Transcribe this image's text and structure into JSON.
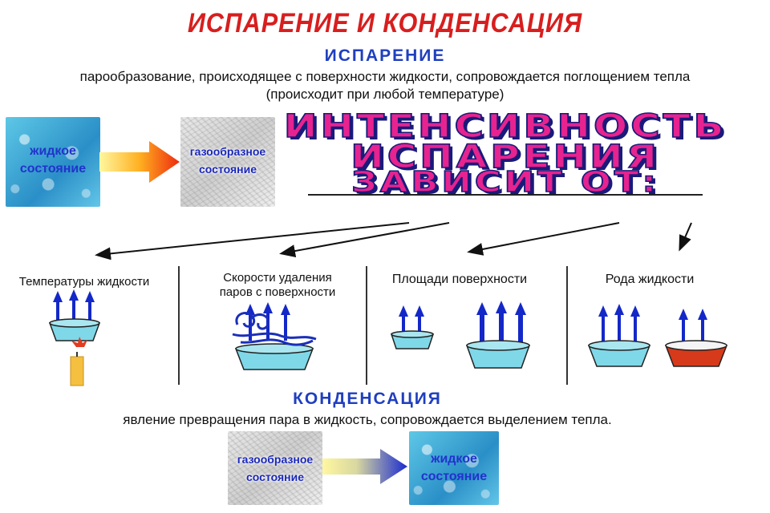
{
  "title": "ИСПАРЕНИЕ И КОНДЕНСАЦИЯ",
  "evaporation": {
    "heading": "ИСПАРЕНИЕ",
    "definition": "парообразование, происходящее с поверхности жидкости, сопровождается поглощением тепла",
    "note": "(происходит при любой температуре)",
    "from_state": [
      "жидкое",
      "состояние"
    ],
    "to_state": [
      "газообразное",
      "состояние"
    ]
  },
  "banner": {
    "line1": "ИНТЕНСИВНОСТЬ",
    "line2": "ИСПАРЕНИЯ",
    "line3": "ЗАВИСИТ ОТ:"
  },
  "factors": [
    {
      "label": "Температуры жидкости"
    },
    {
      "label_line1": "Скорости удаления",
      "label_line2": "паров с поверхности"
    },
    {
      "label": "Площади поверхности"
    },
    {
      "label": "Рода жидкости"
    }
  ],
  "condensation": {
    "heading": "КОНДЕНСАЦИЯ",
    "definition": "явление превращения пара в жидкость, сопровождается выделением тепла.",
    "from_state": [
      "газообразное",
      "состояние"
    ],
    "to_state": [
      "жидкое",
      "состояние"
    ]
  },
  "colors": {
    "title_red": "#d81e1e",
    "heading_blue": "#1f3fbf",
    "banner_pink": "#e6238f",
    "arrow_blue": "#1428c8",
    "water_cyan": "#7fd8e8",
    "oil_red": "#d63a1a"
  }
}
